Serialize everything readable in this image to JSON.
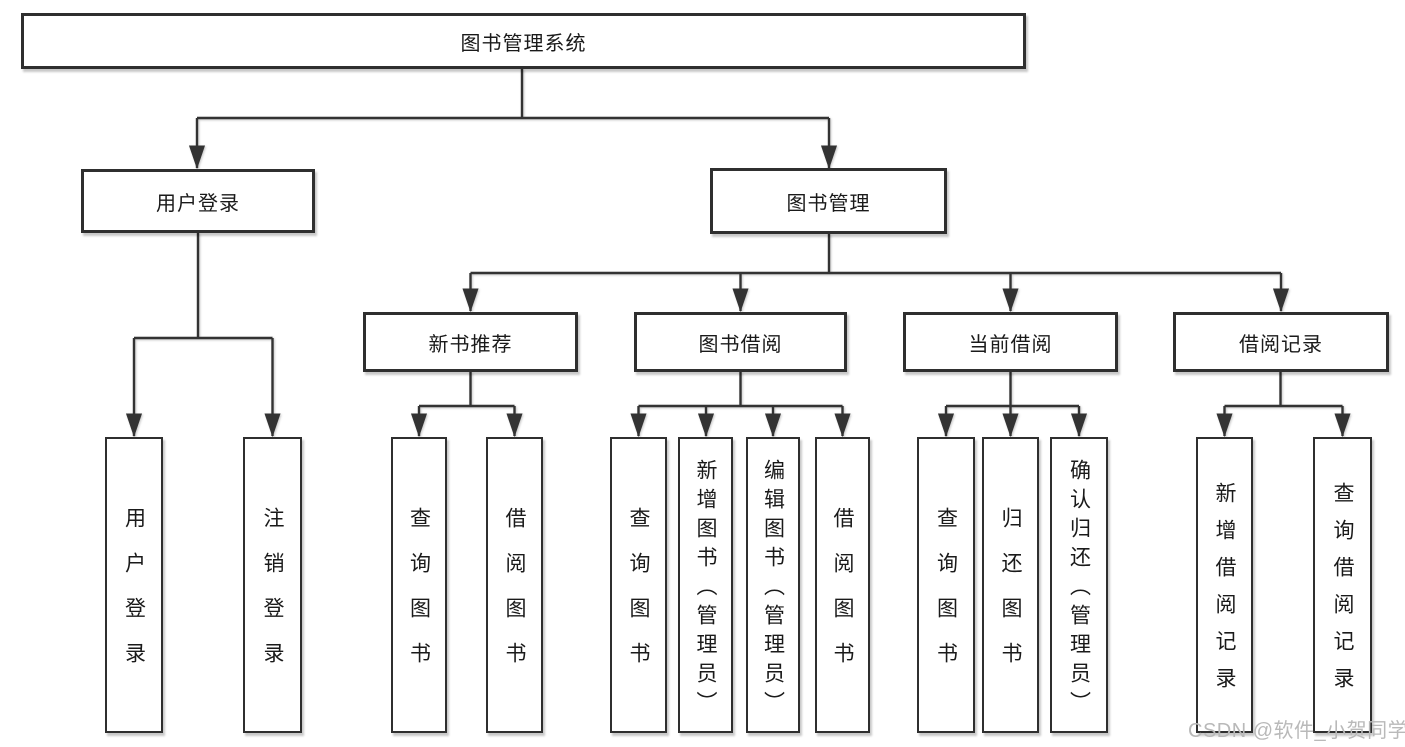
{
  "diagram": {
    "watermark": "CSDN @软件_小贺同学",
    "colors": {
      "line": "#333333",
      "box_border": "#2f2f2f",
      "box_fill": "#ffffff",
      "text": "#1a1a1a",
      "watermark": "#b9b9b9"
    },
    "tree": {
      "label": "图书管理系统",
      "children": [
        {
          "label": "用户登录",
          "children": [
            {
              "label": "用户登录"
            },
            {
              "label": "注销登录"
            }
          ]
        },
        {
          "label": "图书管理",
          "children": [
            {
              "label": "新书推荐",
              "children": [
                {
                  "label": "查询图书"
                },
                {
                  "label": "借阅图书"
                }
              ]
            },
            {
              "label": "图书借阅",
              "children": [
                {
                  "label": "查询图书"
                },
                {
                  "label": "新增图书（管理员）"
                },
                {
                  "label": "编辑图书（管理员）"
                },
                {
                  "label": "借阅图书"
                }
              ]
            },
            {
              "label": "当前借阅",
              "children": [
                {
                  "label": "查询图书"
                },
                {
                  "label": "归还图书"
                },
                {
                  "label": "确认归还（管理员）"
                }
              ]
            },
            {
              "label": "借阅记录",
              "children": [
                {
                  "label": "新增借阅记录"
                },
                {
                  "label": "查询借阅记录"
                }
              ]
            }
          ]
        }
      ]
    }
  }
}
